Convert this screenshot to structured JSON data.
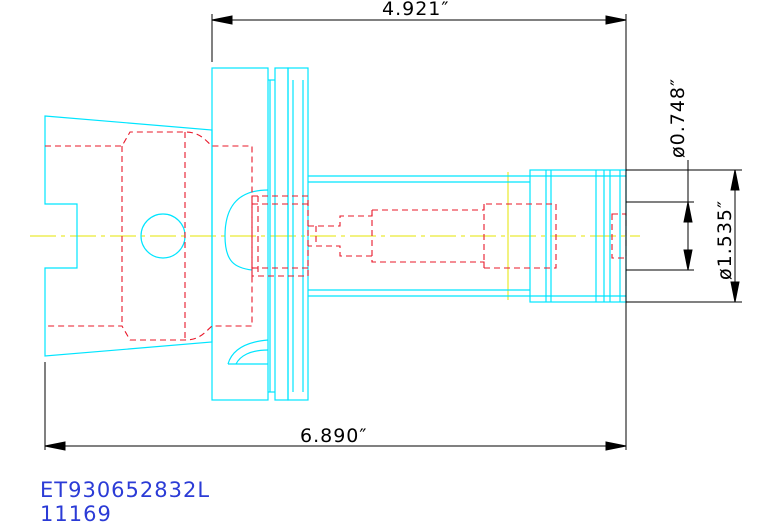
{
  "drawing": {
    "dimensions": {
      "top_length": "4.921″",
      "bottom_length": "6.890″",
      "small_diameter": "ø0.748″",
      "large_diameter": "ø1.535″"
    },
    "colors": {
      "outline": "#00e5ff",
      "hidden": "#e8182a",
      "centerline": "#e6e600",
      "dimension": "#000000",
      "caption": "#2b3bd6"
    }
  },
  "caption": {
    "part_number": "ET930652832L",
    "code": "11169"
  }
}
